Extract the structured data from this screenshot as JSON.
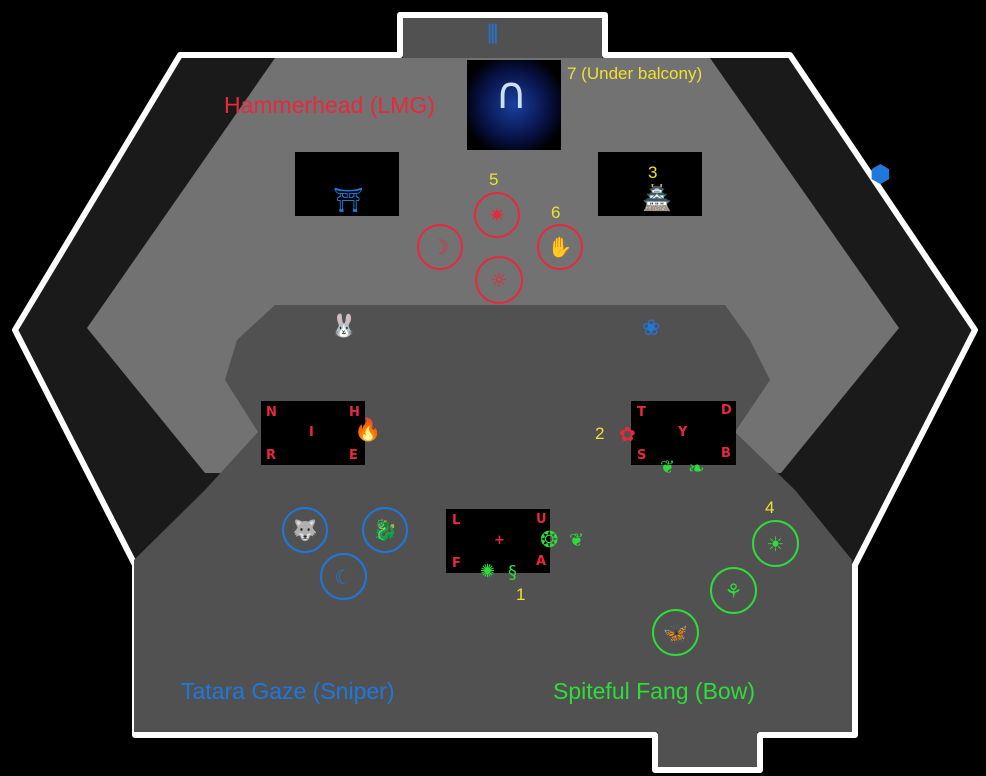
{
  "map": {
    "teams": {
      "hammerhead": "Hammerhead (LMG)",
      "tatara": "Tatara Gaze (Sniper)",
      "spiteful": "Spiteful Fang (Bow)"
    },
    "markers": {
      "m1": "1",
      "m2": "2",
      "m3": "3",
      "m4": "4",
      "m5": "5",
      "m6": "6",
      "m7": "7 (Under balcony)"
    },
    "box_left": {
      "nw": "N",
      "ne": "H",
      "center": "I",
      "sw": "R",
      "se": "E"
    },
    "box_right": {
      "nw": "T",
      "ne": "D",
      "center": "Y",
      "sw": "S",
      "se": "B"
    },
    "box_center": {
      "nw": "L",
      "ne": "U",
      "center": "+",
      "sw": "F",
      "se": "A"
    },
    "colors": {
      "red": "#e8283c",
      "blue": "#1e78dc",
      "green": "#2edc3a",
      "yellow": "#f0e030"
    }
  }
}
